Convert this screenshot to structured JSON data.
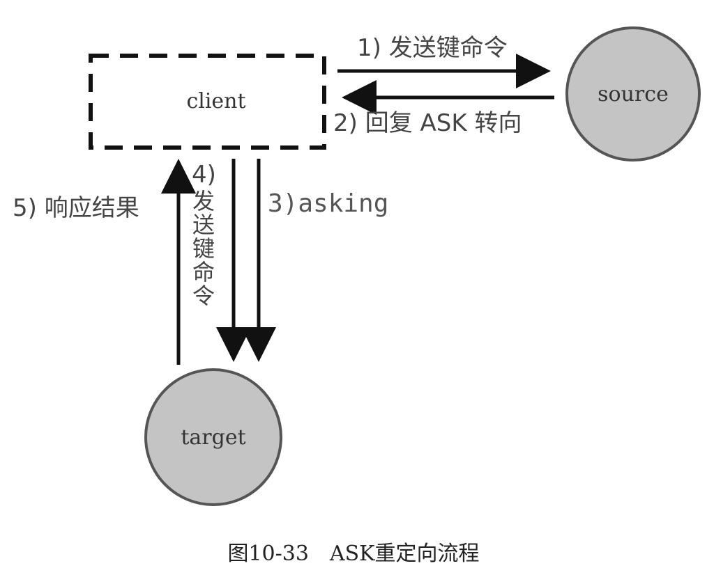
{
  "nodes": {
    "client": "client",
    "source": "source",
    "target": "target"
  },
  "steps": {
    "step1": "1) 发送键命令",
    "step2": "2) 回复 ASK 转向",
    "step3": "3)asking",
    "step4_num": "4)",
    "step4_text": "发送键命令",
    "step5": "5) 响应结果"
  },
  "caption": "图10-33　ASK重定向流程",
  "colors": {
    "node_fill": "#c4c4c4",
    "stroke": "#555555",
    "arrow": "#111111"
  }
}
